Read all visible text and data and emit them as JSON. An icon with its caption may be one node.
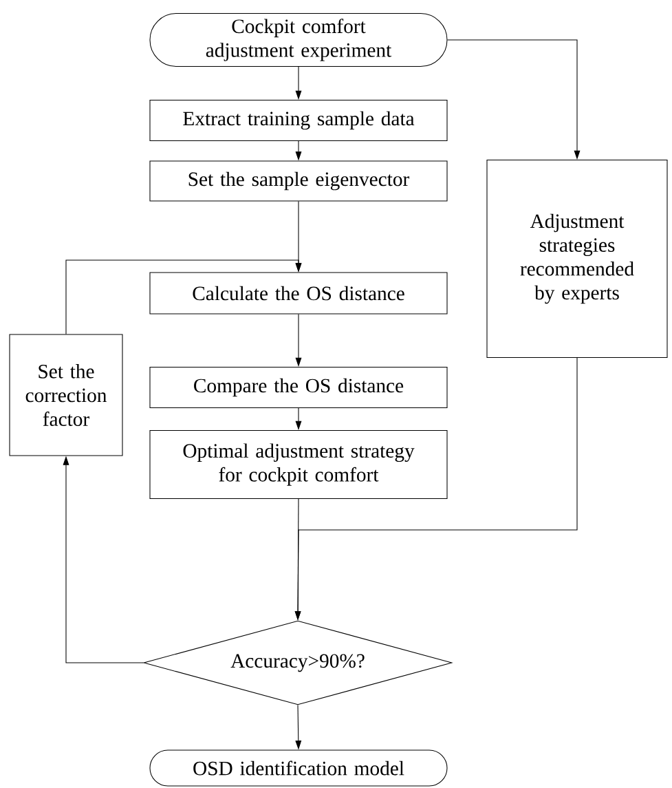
{
  "diagram": {
    "nodes": [
      {
        "text": [
          "Cockpit comfort adjustment experiment"
        ]
      },
      {
        "text": [
          "Extract training sample data"
        ]
      },
      {
        "text": [
          "Set the sample eigenvector"
        ]
      },
      {
        "text": [
          "Calculate the OS distance"
        ]
      },
      {
        "text": [
          "Compare the OS distance"
        ]
      },
      {
        "text": [
          "Optimal adjustment strategy for cockpit comfort"
        ]
      },
      {
        "text": [
          "Adjustment strategies recommended by experts"
        ]
      },
      {
        "text": [
          "Set the correction factor"
        ]
      },
      {
        "text": [
          "Accuracy>90%?"
        ]
      },
      {
        "text": [
          "OSD identification model"
        ]
      }
    ],
    "edges": [
      {
        "from": 0,
        "to": 1,
        "arrow": "to"
      },
      {
        "from": 1,
        "to": 2,
        "arrow": "to"
      },
      {
        "from": 2,
        "to": 3,
        "arrow": "to"
      },
      {
        "from": 7,
        "to": 3,
        "arrow": "to"
      },
      {
        "from": 3,
        "to": 4,
        "arrow": "to"
      },
      {
        "from": 4,
        "to": 5,
        "arrow": "to"
      },
      {
        "from": 5,
        "to": 8,
        "arrow": "to"
      },
      {
        "from": 6,
        "to": 8,
        "arrow": "to"
      },
      {
        "from": 0,
        "to": 6,
        "arrow": "to"
      },
      {
        "from": 8,
        "to": 9,
        "arrow": "to"
      },
      {
        "from": 8,
        "to": 7,
        "arrow": "to"
      }
    ]
  }
}
